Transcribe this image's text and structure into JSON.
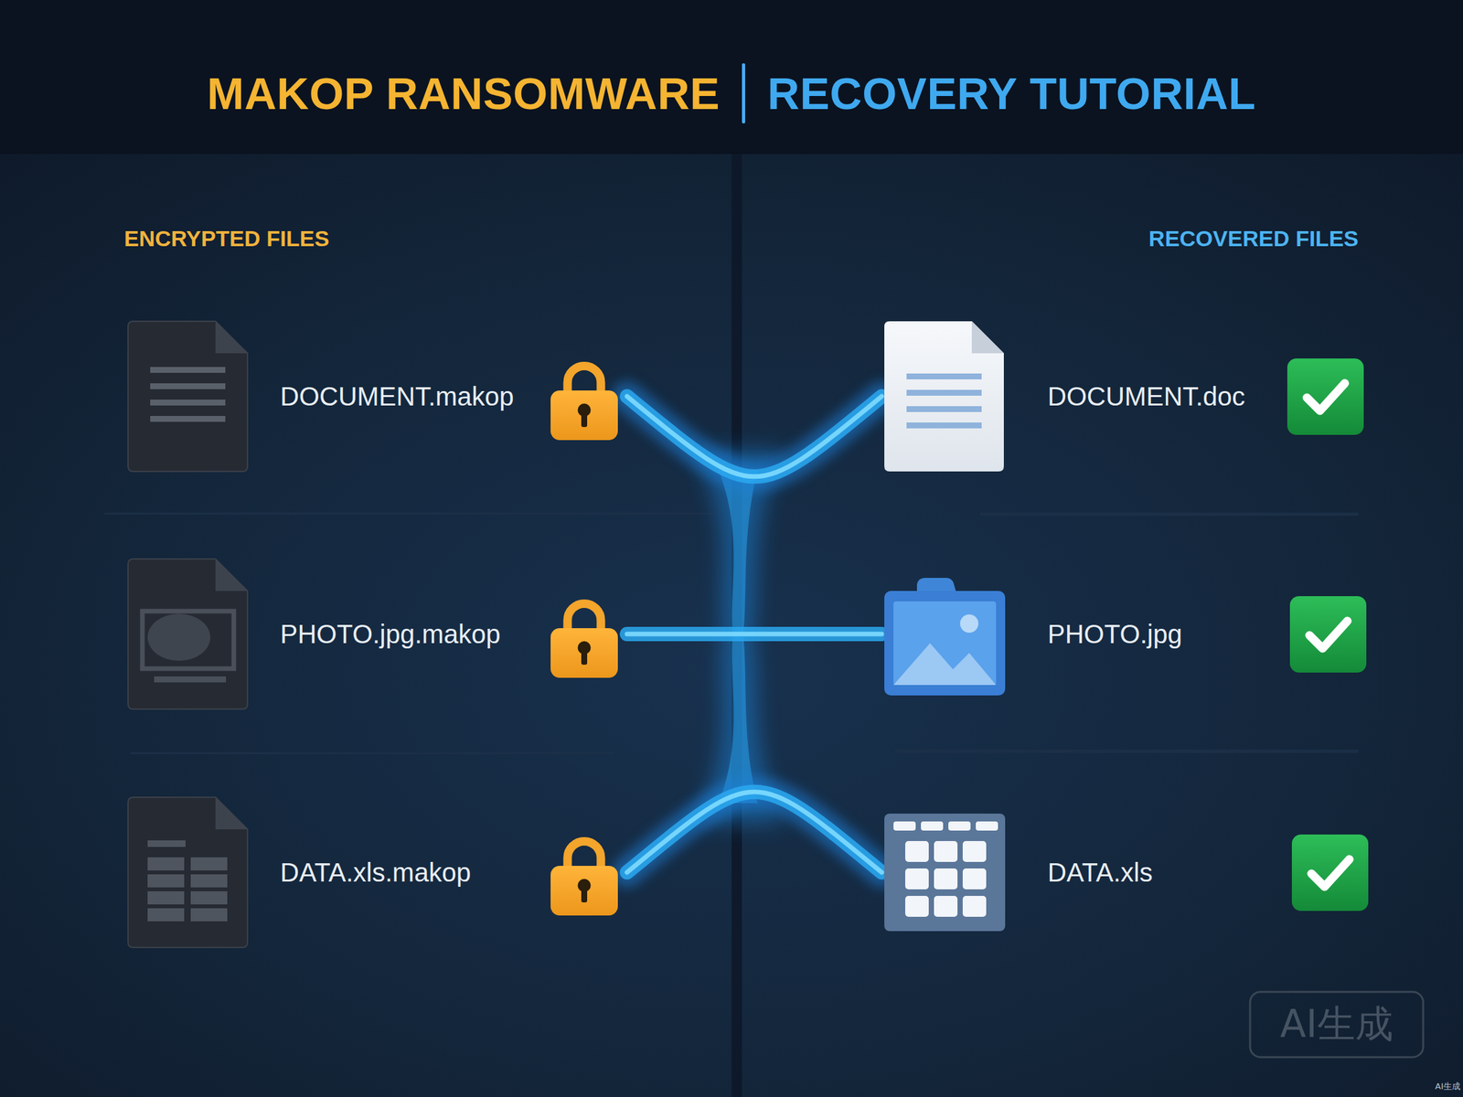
{
  "diagram": {
    "title": "MAKOP RANSOMWARE",
    "nodes": [
      {
        "text": [
          "DOCUMENT.makop"
        ]
      },
      {
        "text": [
          "DOCUMENT.doc"
        ]
      },
      {
        "text": [
          "PHOTO.jpg.makop"
        ]
      },
      {
        "text": [
          "PHOTO.jpg"
        ]
      },
      {
        "text": [
          "DATA.xls.makop"
        ]
      },
      {
        "text": [
          "DATA.xls"
        ]
      }
    ],
    "edges": [
      {
        "from": 0,
        "to": 1,
        "arrow": "none"
      },
      {
        "from": 2,
        "to": 3,
        "arrow": "none"
      },
      {
        "from": 4,
        "to": 5,
        "arrow": "none"
      }
    ],
    "labels": [
      "RECOVERY TUTORIAL",
      "ENCRYPTED FILES",
      "RECOVERED FILES",
      "AI生成",
      "AI生成"
    ]
  }
}
